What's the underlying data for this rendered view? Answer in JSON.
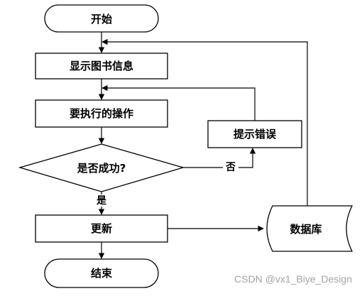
{
  "flowchart": {
    "nodes": {
      "start": "开始",
      "display_book_info": "显示图书信息",
      "operation": "要执行的操作",
      "success_check": "是否成功?",
      "update": "更新",
      "end": "结束",
      "error_prompt": "提示错误",
      "database": "数据库"
    },
    "edge_labels": {
      "no": "否",
      "yes": "是"
    }
  },
  "watermark": "CSDN @vx1_Biye_Design"
}
